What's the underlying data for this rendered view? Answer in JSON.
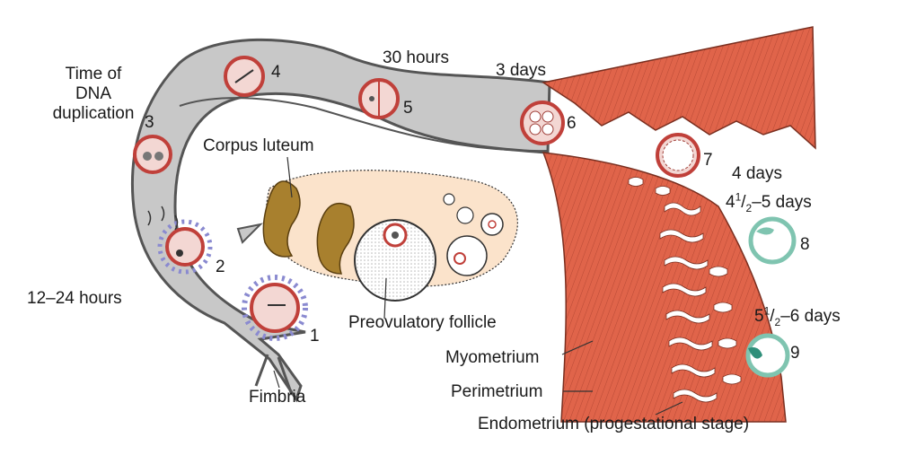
{
  "labels": {
    "dna_duplication": [
      "Time of",
      "DNA",
      "duplication"
    ],
    "time_12_24": "12–24 hours",
    "time_30h": "30 hours",
    "time_3d": "3 days",
    "time_4d": "4 days",
    "time_45_a": "4",
    "time_45_sup": "1",
    "time_45_sub": "2",
    "time_45_b": "–5 days",
    "time_55_a": "5",
    "time_55_sup": "1",
    "time_55_sub": "2",
    "time_55_b": "–6 days",
    "corpus_luteum": "Corpus luteum",
    "preovulatory_follicle": "Preovulatory follicle",
    "myometrium": "Myometrium",
    "perimetrium": "Perimetrium",
    "endometrium": "Endometrium (progestational stage)",
    "fimbria": "Fimbria"
  },
  "stages": [
    "1",
    "2",
    "3",
    "4",
    "5",
    "6",
    "7",
    "8",
    "9"
  ],
  "colors": {
    "tube_outline": "#555555",
    "tube_fill": "#c8c8c8",
    "uterus_muscle": "#e0644a",
    "uterus_dark": "#b84a35",
    "ovary": "#fbe3cb",
    "corpus_luteum": "#a8802e",
    "zona": "#c0403a",
    "cell": "#f3d7d3",
    "blastocyst": "#7fc4b0"
  }
}
